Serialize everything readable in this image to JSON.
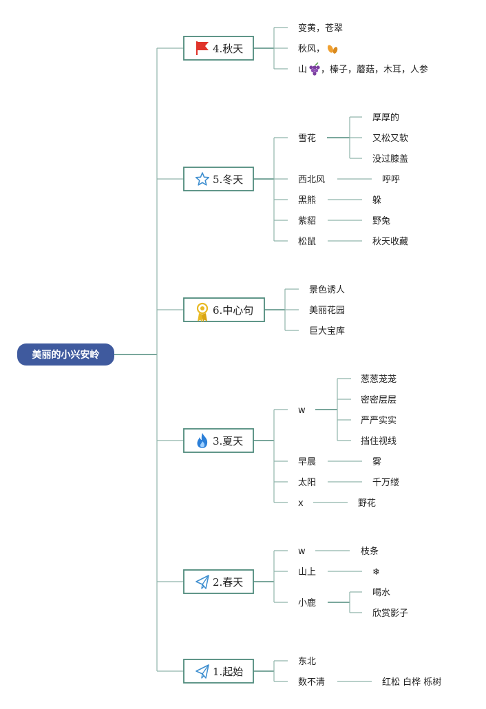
{
  "root": {
    "label": "美丽的小兴安岭",
    "color": "#3f5a9e"
  },
  "branches": [
    {
      "id": "autumn",
      "label": "4.秋天",
      "icon": "red-flag-icon",
      "children": [
        {
          "label": "变黄，苍翠"
        },
        {
          "label": "秋风，",
          "icon": "leaves-icon"
        },
        {
          "label": "山",
          "icon": "grapes-icon",
          "suffix": "，榛子，蘑菇，木耳，人参"
        }
      ]
    },
    {
      "id": "winter",
      "label": "5.冬天",
      "icon": "star-icon",
      "children": [
        {
          "label": "雪花",
          "children": [
            "厚厚的",
            "又松又软",
            "没过膝盖"
          ]
        },
        {
          "label": "西北风",
          "children": [
            "呼呼"
          ]
        },
        {
          "label": "黑熊",
          "children": [
            "躲"
          ]
        },
        {
          "label": "紫貂",
          "children": [
            "野兔"
          ]
        },
        {
          "label": "松鼠",
          "children": [
            "秋天收藏"
          ]
        }
      ]
    },
    {
      "id": "central",
      "label": "6.中心句",
      "icon": "medal-icon",
      "children": [
        {
          "label": "景色诱人"
        },
        {
          "label": "美丽花园"
        },
        {
          "label": "巨大宝库"
        }
      ]
    },
    {
      "id": "summer",
      "label": "3.夏天",
      "icon": "fire-icon",
      "children": [
        {
          "label": "w",
          "children": [
            "葱葱茏茏",
            "密密层层",
            "严严实实",
            "挡住视线"
          ]
        },
        {
          "label": "早晨",
          "children": [
            "雾"
          ]
        },
        {
          "label": "太阳",
          "children": [
            "千万缕"
          ]
        },
        {
          "label": "x",
          "children": [
            "野花"
          ]
        }
      ]
    },
    {
      "id": "spring",
      "label": "2.春天",
      "icon": "paper-plane-icon",
      "children": [
        {
          "label": "w",
          "children": [
            "枝条"
          ]
        },
        {
          "label": "山上",
          "children": [
            "❄"
          ]
        },
        {
          "label": "小鹿",
          "children": [
            "喝水",
            "欣赏影子"
          ]
        }
      ]
    },
    {
      "id": "start",
      "label": "1.起始",
      "icon": "paper-plane-icon",
      "children": [
        {
          "label": "东北"
        },
        {
          "label": "数不清",
          "children": [
            "红松 白桦 栎树"
          ]
        }
      ]
    }
  ],
  "colors": {
    "line": "#8fb5aa",
    "branch_border": "#4f8a7c",
    "flag": "#e0342b",
    "star": "#3f8fd0",
    "medal": "#e8b923",
    "fire": "#2b7fd8",
    "plane": "#3f8fd0",
    "grape": "#7a3f9e",
    "leaf": "#f0a030"
  }
}
